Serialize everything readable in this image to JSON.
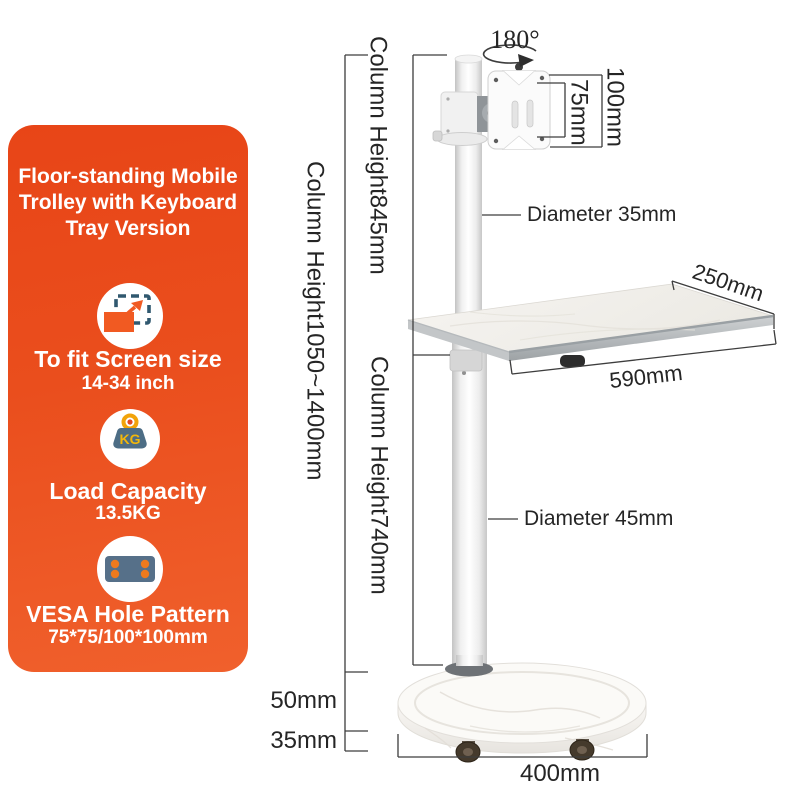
{
  "panel": {
    "accent_color": "#ea4e1d",
    "title_lines": [
      "Floor-standing Mobile",
      "Trolley with Keyboard",
      "Tray Version"
    ],
    "features": [
      {
        "icon": "screen-size-icon",
        "label": "To fit Screen size",
        "value": "14-34 inch"
      },
      {
        "icon": "load-capacity-icon",
        "icon_text": "KG",
        "label": "Load Capacity",
        "value": "13.5KG"
      },
      {
        "icon": "vesa-pattern-icon",
        "label": "VESA Hole Pattern",
        "value": "75*75/100*100mm"
      }
    ]
  },
  "diagram": {
    "rotation_label": "180°",
    "vesa_outer": "100mm",
    "vesa_inner": "75mm",
    "column_height_total": "Column Height1050~1400mm",
    "column_height_upper": "Column Height845mm",
    "column_height_lower": "Column Height740mm",
    "upper_pole_diameter": "Diameter 35mm",
    "lower_pole_diameter": "Diameter 45mm",
    "tray_depth": "250mm",
    "tray_width": "590mm",
    "base_thickness": "50mm",
    "caster_height": "35mm",
    "base_diameter": "400mm",
    "line_color": "#3d3d3d"
  }
}
